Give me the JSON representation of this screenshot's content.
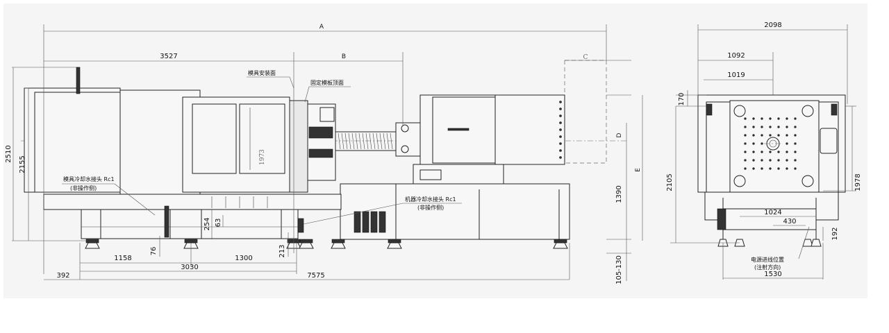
{
  "side_view": {
    "dims": {
      "A": "A",
      "B": "B",
      "C": "C",
      "D": "D",
      "E": "E",
      "d3527": "3527",
      "d2510": "2510",
      "d2155": "2155",
      "d1973": "1973",
      "d1390": "1390",
      "d254": "254",
      "d63": "63",
      "d76": "76",
      "d213": "213",
      "d1158": "1158",
      "d1300": "1300",
      "d3030": "3030",
      "d392": "392",
      "d7575": "7575",
      "d105_130": "105-130"
    },
    "labels": {
      "mold_mount_face": "模具安装面",
      "fixed_platen_face": "固定模板顶面",
      "mold_cooling_line1": "模具冷却水接头 Rc1",
      "mold_cooling_line2": "(非操作侧)",
      "machine_cooling_line1": "机器冷却水接头 Rc1",
      "machine_cooling_line2": "(非操作侧)"
    }
  },
  "end_view": {
    "dims": {
      "d2098": "2098",
      "d1092": "1092",
      "d1019": "1019",
      "d170": "170",
      "d2105": "2105",
      "d1978": "1978",
      "d1024": "1024",
      "d430": "430",
      "d192": "192",
      "d1530": "1530"
    },
    "labels": {
      "power_line1": "电源进线位置",
      "power_line2": "(注射方向)"
    }
  }
}
